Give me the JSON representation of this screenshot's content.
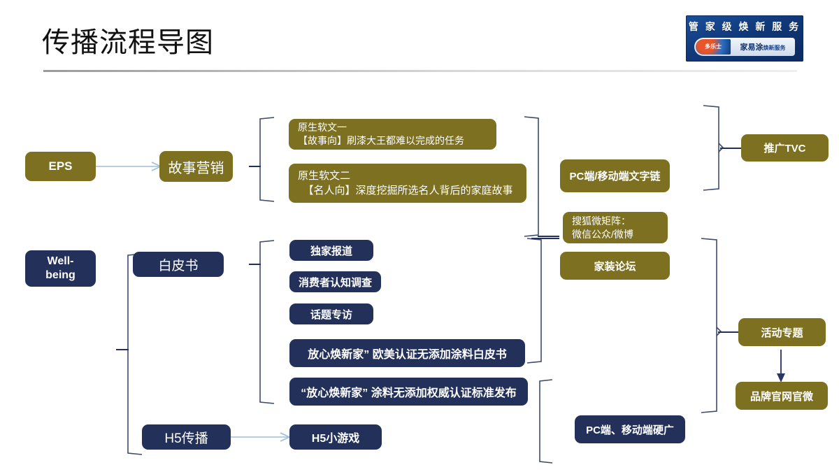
{
  "page": {
    "title": "传播流程导图"
  },
  "logo": {
    "tagline": "管 家 级 焕 新 服 务",
    "mark": "多乐士",
    "brand": "家易涂",
    "brand_suffix": "焕新服务"
  },
  "nodes": {
    "eps": {
      "label": "EPS"
    },
    "story_marketing": {
      "label": "故事营销"
    },
    "wellbeing": {
      "line1": "Well-",
      "line2": "being"
    },
    "whitepaper": {
      "label": "白皮书"
    },
    "h5_spread": {
      "label": "H5传播"
    },
    "soft_article_1": {
      "line1": "原生软文一",
      "line2": "【故事向】刷漆大王都难以完成的任务"
    },
    "soft_article_2": {
      "line1": "原生软文二",
      "line2": "　【名人向】深度挖掘所选名人背后的家庭故事"
    },
    "exclusive_report": {
      "label": "独家报道"
    },
    "consumer_survey": {
      "label": "消费者认知调查"
    },
    "topic_interview": {
      "label": "话题专访"
    },
    "whitepaper_eu": {
      "label": "放心焕新家” 欧美认证无添加涂料白皮书"
    },
    "standard_release": {
      "label": "“放心焕新家” 涂料无添加权威认证标准发布"
    },
    "h5_game": {
      "label": "H5小游戏"
    },
    "text_link": {
      "label": "PC端/移动端文字链"
    },
    "sohu_matrix": {
      "line1": "搜狐微矩阵：",
      "line2": "微信公众/微博"
    },
    "home_forum": {
      "label": "家装论坛"
    },
    "hard_ads": {
      "label": "PC端、移动端硬广"
    },
    "promo_tvc": {
      "label": "推广TVC"
    },
    "campaign_topic": {
      "label": "活动专题"
    },
    "brand_site": {
      "label": "品牌官网官微"
    }
  },
  "colors": {
    "olive": "#7d7020",
    "navy": "#22305a",
    "arrow_light": "#9dbdd9",
    "bracket": "#3e4b6d",
    "logo_blue": "#10397a"
  }
}
